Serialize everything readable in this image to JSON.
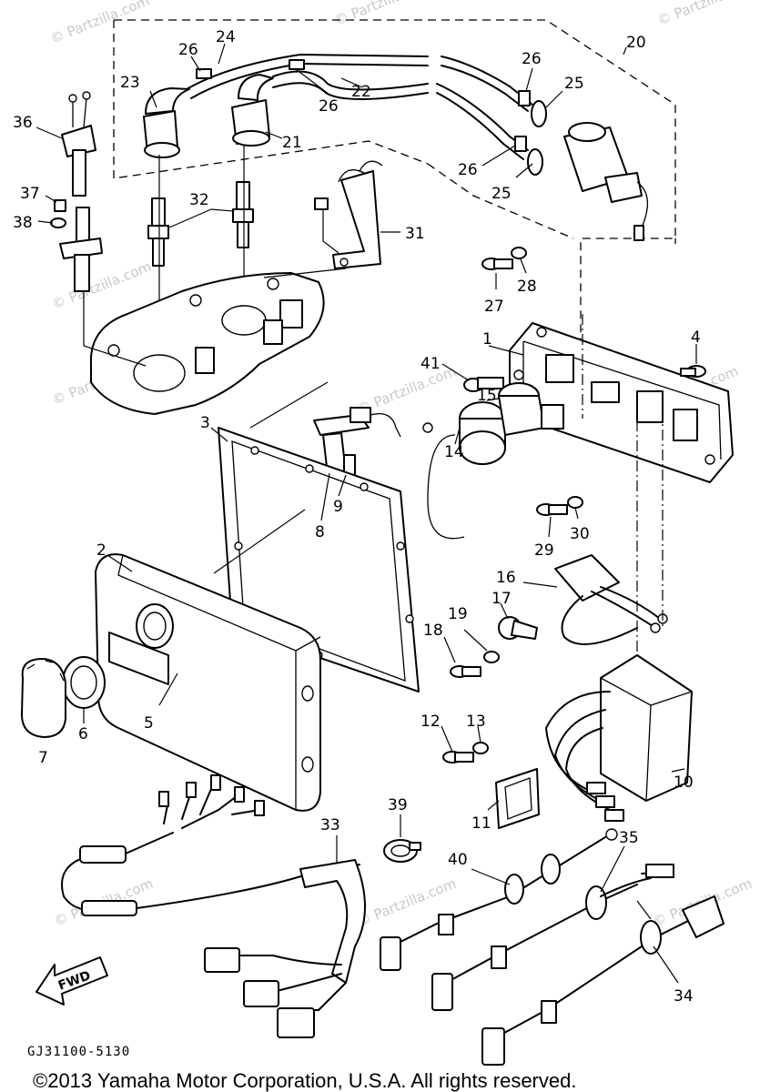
{
  "watermarks": [
    "© Partzilla.com",
    "© Partzilla.com",
    "© Partzilla.com",
    "© Partzilla.com",
    "© Partzilla.com",
    "© Partzilla.com",
    "© Partzilla.com",
    "© Partzilla.com",
    "© Partzilla.com",
    "© Partzilla.com"
  ],
  "callouts": [
    "1",
    "2",
    "3",
    "4",
    "5",
    "6",
    "7",
    "8",
    "9",
    "10",
    "11",
    "12",
    "13",
    "14",
    "15",
    "16",
    "17",
    "18",
    "19",
    "20",
    "21",
    "22",
    "23",
    "24",
    "25",
    "25",
    "26",
    "26",
    "26",
    "26",
    "27",
    "28",
    "29",
    "30",
    "31",
    "32",
    "33",
    "34",
    "35",
    "36",
    "37",
    "38",
    "39",
    "40",
    "41"
  ],
  "fwd_label": "FWD",
  "diagram_code": "GJ31100-5130",
  "copyright": "©2013 Yamaha Motor Corporation, U.S.A. All rights reserved."
}
